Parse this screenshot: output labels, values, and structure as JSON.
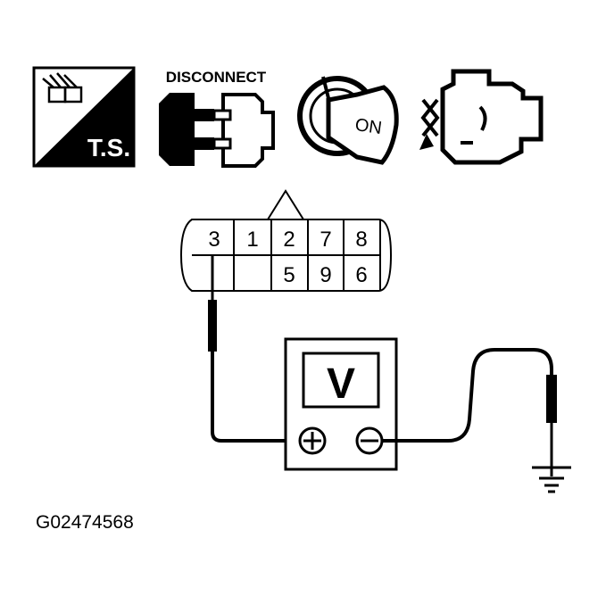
{
  "icons": {
    "ts": {
      "label": "T.S."
    },
    "disconnect": {
      "label": "DISCONNECT"
    },
    "ignition": {
      "label": "ON"
    },
    "engine": {}
  },
  "connector": {
    "top_row": [
      "3",
      "1",
      "2",
      "7",
      "8"
    ],
    "bottom_row": [
      "",
      "",
      "5",
      "9",
      "6"
    ]
  },
  "voltmeter": {
    "symbol": "V",
    "positive": "+",
    "negative": "−"
  },
  "figure_id": "G02474568",
  "colors": {
    "ink": "#000000",
    "paper": "#ffffff"
  }
}
